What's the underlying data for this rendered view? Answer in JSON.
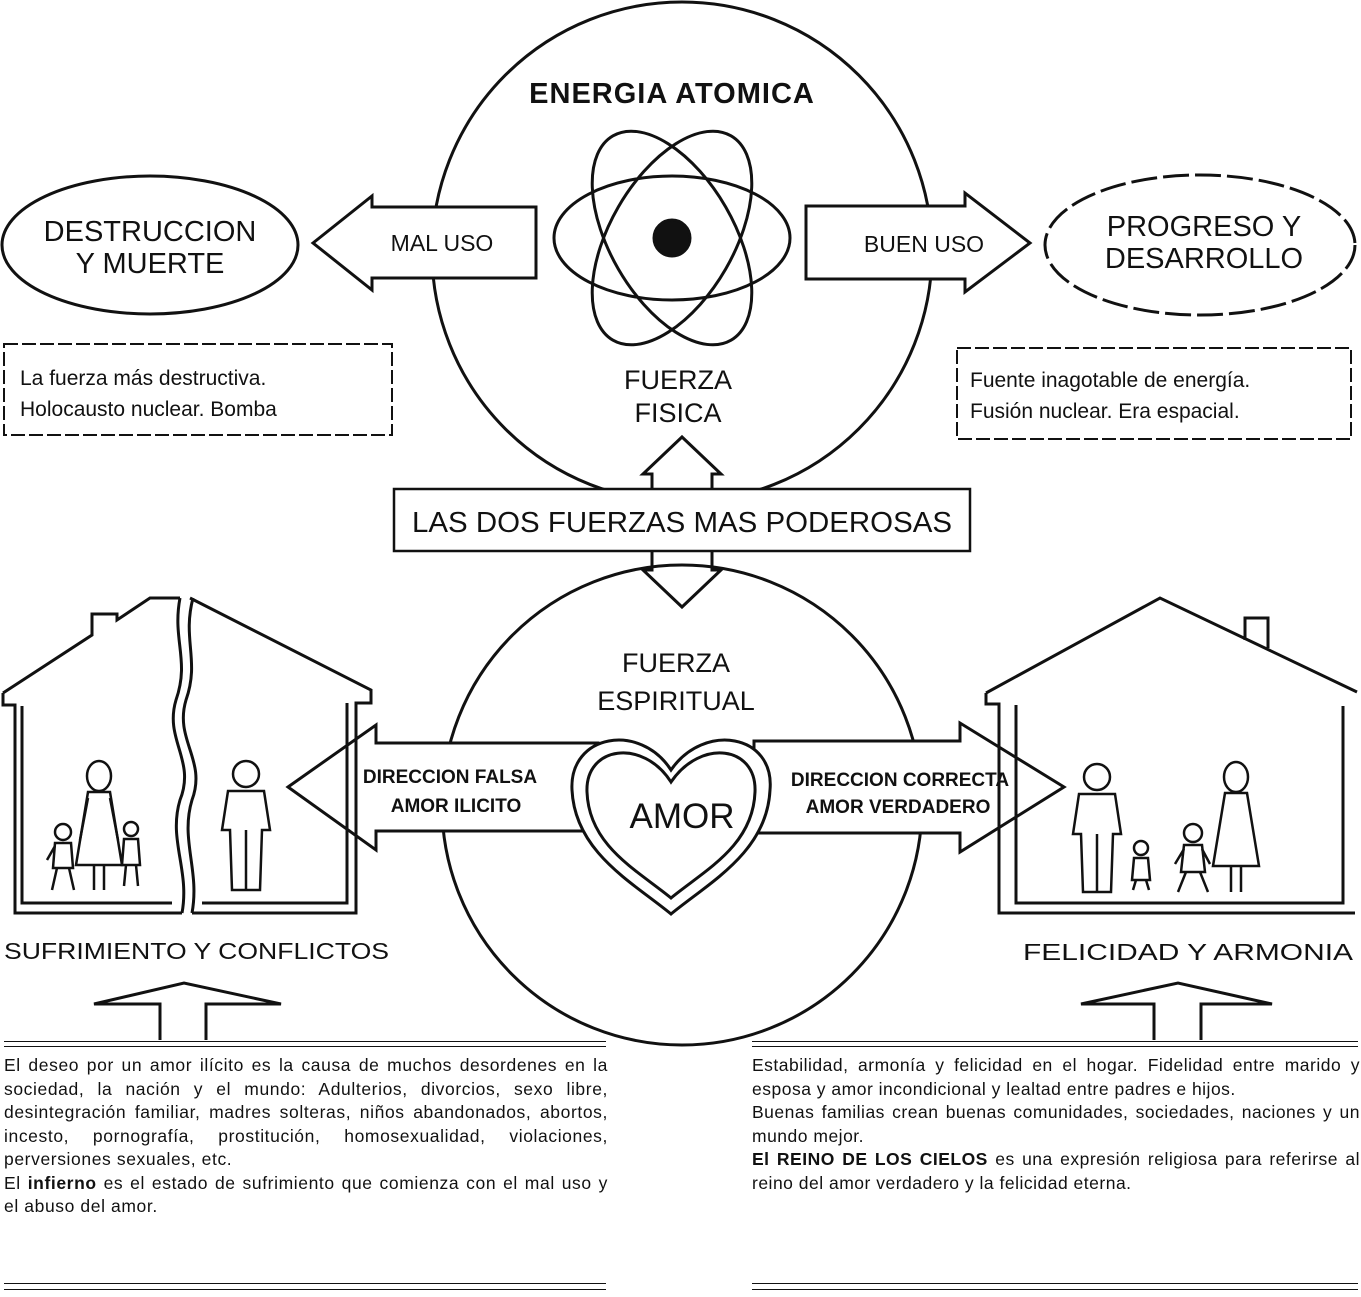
{
  "physical": {
    "title": "ENERGIA ATOMICA",
    "force_line1": "FUERZA",
    "force_line2": "FISICA",
    "bad_use": "MAL USO",
    "good_use": "BUEN USO",
    "bad_outcome_line1": "DESTRUCCION",
    "bad_outcome_line2": "Y MUERTE",
    "good_outcome_line1": "PROGRESO Y",
    "good_outcome_line2": "DESARROLLO",
    "bad_note_line1": "La fuerza más destructiva.",
    "bad_note_line2": "Holocausto nuclear. Bomba",
    "good_note_line1": "Fuente inagotable de energía.",
    "good_note_line2": "Fusión nuclear. Era espacial."
  },
  "center_label": "LAS DOS FUERZAS MAS PODEROSAS",
  "spiritual": {
    "force_line1": "FUERZA",
    "force_line2": "ESPIRITUAL",
    "heart": "AMOR",
    "false_line1": "DIRECCION FALSA",
    "false_line2": "AMOR ILICITO",
    "correct_line1": "DIRECCION CORRECTA",
    "correct_line2": "AMOR VERDADERO"
  },
  "left_house_caption": "SUFRIMIENTO Y CONFLICTOS",
  "right_house_caption": "FELICIDAD Y ARMONIA",
  "left_text": {
    "p1": "El deseo por un amor ilícito es la causa de muchos desordenes en la sociedad, la nación y el mundo: Adulterios, divorcios, sexo libre, desintegración familiar, madres solteras, niños abandonados, abortos, incesto, pornografía, prostitución, homosexualidad, violaciones, perversiones sexuales, etc.",
    "p2_pre": "El ",
    "p2_bold": "infierno",
    "p2_post": " es el estado de sufrimiento que comienza con el mal uso y el abuso del amor."
  },
  "right_text": {
    "p1": "Estabilidad, armonía y felicidad en el hogar. Fidelidad entre marido y esposa y amor incondicional y lealtad entre padres e hijos.",
    "p2": "Buenas familias crean buenas comunidades, sociedades, naciones y un mundo mejor.",
    "p3_bold": "El REINO DE LOS CIELOS",
    "p3_post": " es una expresión religiosa para referirse al reino del amor verdadero y la felicidad eterna."
  }
}
